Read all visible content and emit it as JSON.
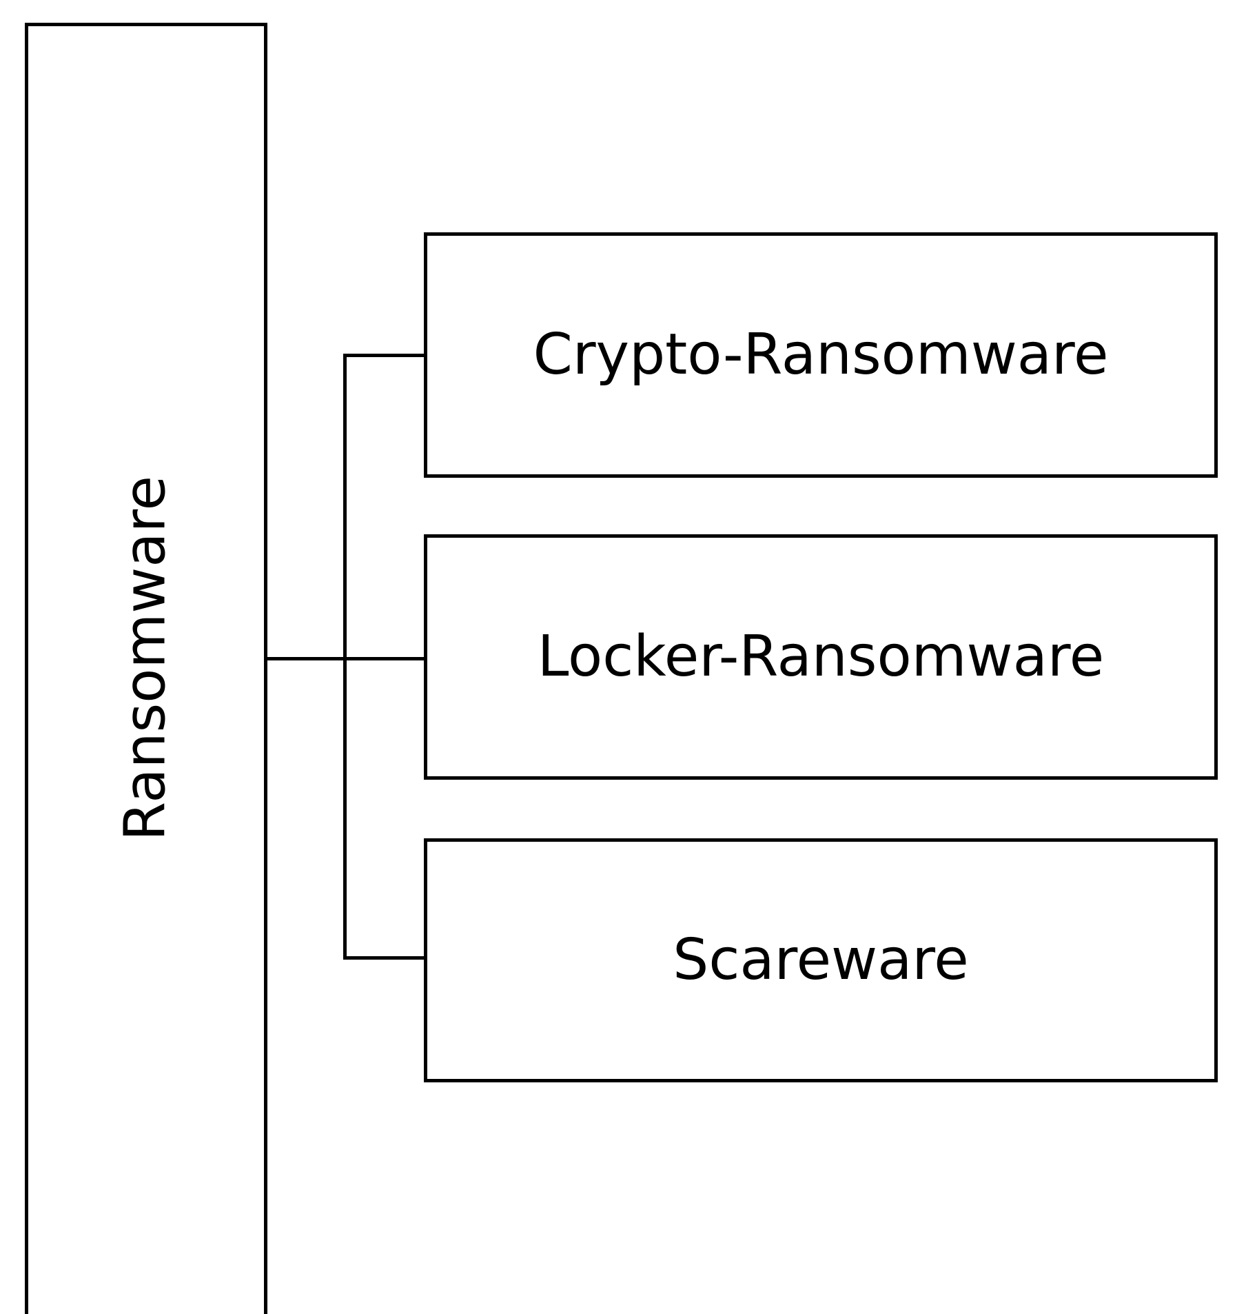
{
  "diagram": {
    "root": {
      "label": "Ransomware"
    },
    "children": [
      {
        "label": "Crypto-Ransomware"
      },
      {
        "label": "Locker-Ransomware"
      },
      {
        "label": "Scareware"
      }
    ]
  }
}
